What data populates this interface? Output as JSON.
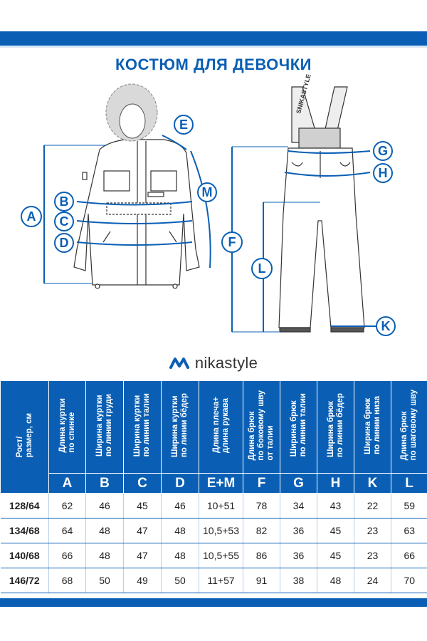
{
  "title": "КОСТЮМ ДЛЯ ДЕВОЧКИ",
  "brand": "nikastyle",
  "colors": {
    "accent": "#0a5fb4",
    "text": "#222222",
    "background": "#ffffff"
  },
  "jacket_markers": [
    "A",
    "B",
    "C",
    "D",
    "E",
    "M"
  ],
  "pants_markers": [
    "F",
    "G",
    "H",
    "K",
    "L"
  ],
  "pants_print": "SNIKASTYLE",
  "table": {
    "corner_label": "Рост/\nразмер, см",
    "columns": [
      {
        "letter": "A",
        "label": "Длина куртки\nпо спинке"
      },
      {
        "letter": "B",
        "label": "Ширина куртки\nпо линии груди"
      },
      {
        "letter": "C",
        "label": "Ширина куртки\nпо линии талии"
      },
      {
        "letter": "D",
        "label": "Ширина куртки\nпо линии бёдер"
      },
      {
        "letter": "E+M",
        "label": "Длина плеча+\nдлина рукава"
      },
      {
        "letter": "F",
        "label": "Длина брюк\nпо боковому шву\nот талии"
      },
      {
        "letter": "G",
        "label": "Ширина брюк\nпо линии талии"
      },
      {
        "letter": "H",
        "label": "Ширина брюк\nпо линии бёдер"
      },
      {
        "letter": "K",
        "label": "Ширина брюк\nпо линии низа"
      },
      {
        "letter": "L",
        "label": "Длина брюк\nпо шаговому шву"
      }
    ],
    "rows": [
      {
        "size": "128/64",
        "values": [
          "62",
          "46",
          "45",
          "46",
          "10+51",
          "78",
          "34",
          "43",
          "22",
          "59"
        ]
      },
      {
        "size": "134/68",
        "values": [
          "64",
          "48",
          "47",
          "48",
          "10,5+53",
          "82",
          "36",
          "45",
          "23",
          "63"
        ]
      },
      {
        "size": "140/68",
        "values": [
          "66",
          "48",
          "47",
          "48",
          "10,5+55",
          "86",
          "36",
          "45",
          "23",
          "66"
        ]
      },
      {
        "size": "146/72",
        "values": [
          "68",
          "50",
          "49",
          "50",
          "11+57",
          "91",
          "38",
          "48",
          "24",
          "70"
        ]
      }
    ]
  }
}
